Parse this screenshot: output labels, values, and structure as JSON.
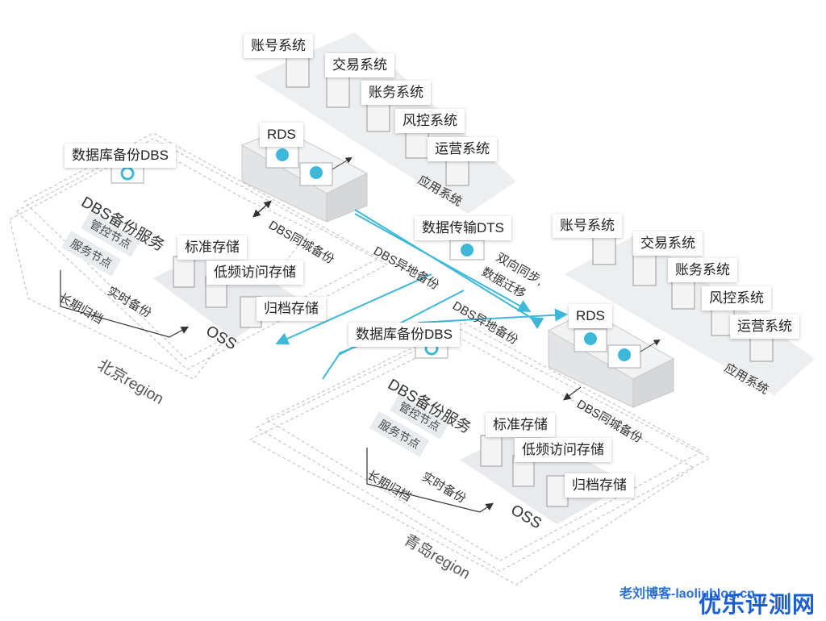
{
  "app_systems_1": [
    "账号系统",
    "交易系统",
    "账务系统",
    "风控系统",
    "运营系统"
  ],
  "app_systems_2": [
    "账号系统",
    "交易系统",
    "账务系统",
    "风控系统",
    "运营系统"
  ],
  "app_system_group": "应用系统",
  "rds": "RDS",
  "dbs_product": "数据库备份DBS",
  "dbs_same_city": "DBS同城备份",
  "dbs_remote": "DBS异地备份",
  "dts": "数据传输DTS",
  "dts_note": [
    "双向同步,",
    "数据迁移"
  ],
  "dbs_service": "DBS备份服务",
  "control_node": "管控节点",
  "service_node": "服务节点",
  "storage": [
    "标准存储",
    "低频访问存储",
    "归档存储"
  ],
  "oss": "OSS",
  "realtime_backup": "实时备份",
  "long_archive": "长期归档",
  "region_beijing": "北京region",
  "region_qingdao": "青岛region",
  "watermark_blog": "老刘博客-laoliublog.cn",
  "watermark_site": "优乐评测网",
  "colors": {
    "accent": "#3db8d8",
    "dashed": "#b9b9b9",
    "panel": "#e8eaed"
  }
}
